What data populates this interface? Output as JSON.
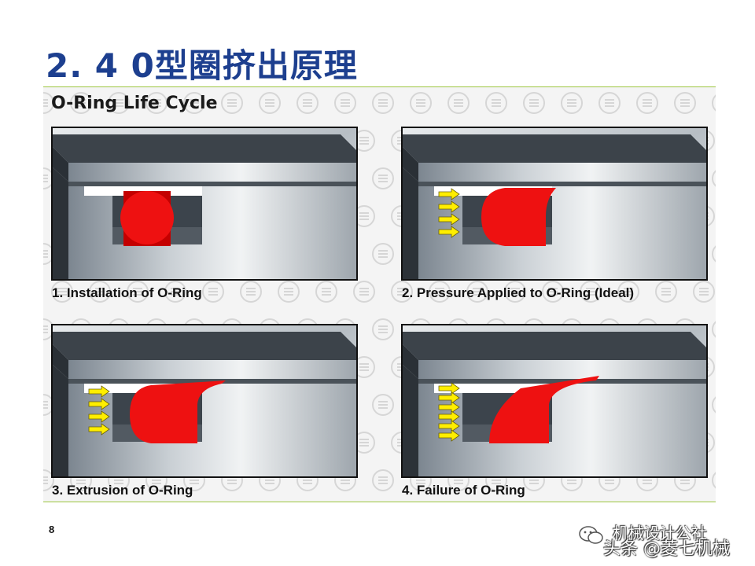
{
  "slide": {
    "title": "2. 4  0型圈挤出原理",
    "page_number": "8"
  },
  "figure": {
    "title": "O-Ring Life Cycle",
    "watermark_pattern": "www.epm.com",
    "panels": [
      {
        "caption": "1. Installation of O-Ring",
        "stage": "installation",
        "arrows": 0
      },
      {
        "caption": "2. Pressure Applied to O-Ring (Ideal)",
        "stage": "pressure",
        "arrows": 4
      },
      {
        "caption": "3. Extrusion of O-Ring",
        "stage": "extrusion",
        "arrows": 4
      },
      {
        "caption": "4. Failure of O-Ring",
        "stage": "failure",
        "arrows": 6
      }
    ]
  },
  "watermark": {
    "line1": "机械设计公社",
    "line2": "头条 @菱七机械",
    "icon": "wechat-icon"
  },
  "colors": {
    "title": "#1d3f8f",
    "rule": "#9dc640",
    "oring": "#ee1111",
    "arrow": "#ffee00"
  }
}
